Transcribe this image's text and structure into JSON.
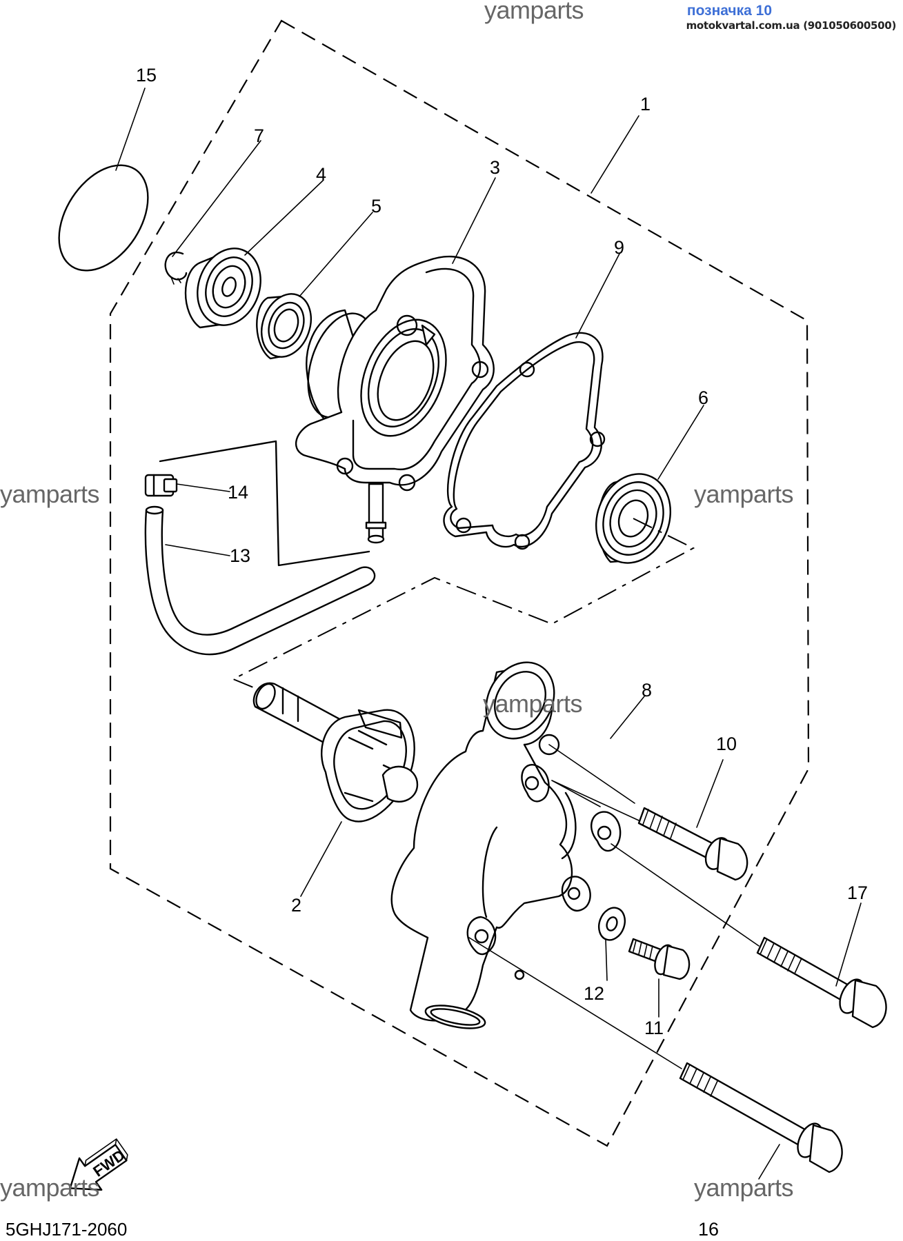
{
  "header": {
    "note": "позначка 10",
    "source": "motokvartal.com.ua (901050600500)"
  },
  "watermarks": [
    "yamparts",
    "yamparts",
    "yamparts",
    "yamparts",
    "yamparts",
    "yamparts"
  ],
  "diagram_code": "5GHJ171-2060",
  "fwd_label": "FWD",
  "parts": [
    {
      "id": "1",
      "label": "1"
    },
    {
      "id": "2",
      "label": "2"
    },
    {
      "id": "3",
      "label": "3"
    },
    {
      "id": "4",
      "label": "4"
    },
    {
      "id": "5",
      "label": "5"
    },
    {
      "id": "6",
      "label": "6"
    },
    {
      "id": "7",
      "label": "7"
    },
    {
      "id": "8",
      "label": "8"
    },
    {
      "id": "9",
      "label": "9"
    },
    {
      "id": "10",
      "label": "10"
    },
    {
      "id": "11",
      "label": "11"
    },
    {
      "id": "12",
      "label": "12"
    },
    {
      "id": "13",
      "label": "13"
    },
    {
      "id": "14",
      "label": "14"
    },
    {
      "id": "15",
      "label": "15"
    },
    {
      "id": "16",
      "label": "16"
    },
    {
      "id": "17",
      "label": "17"
    }
  ],
  "colors": {
    "header_note": "#3d6fd6",
    "watermark": "#666666",
    "line": "#000000"
  }
}
